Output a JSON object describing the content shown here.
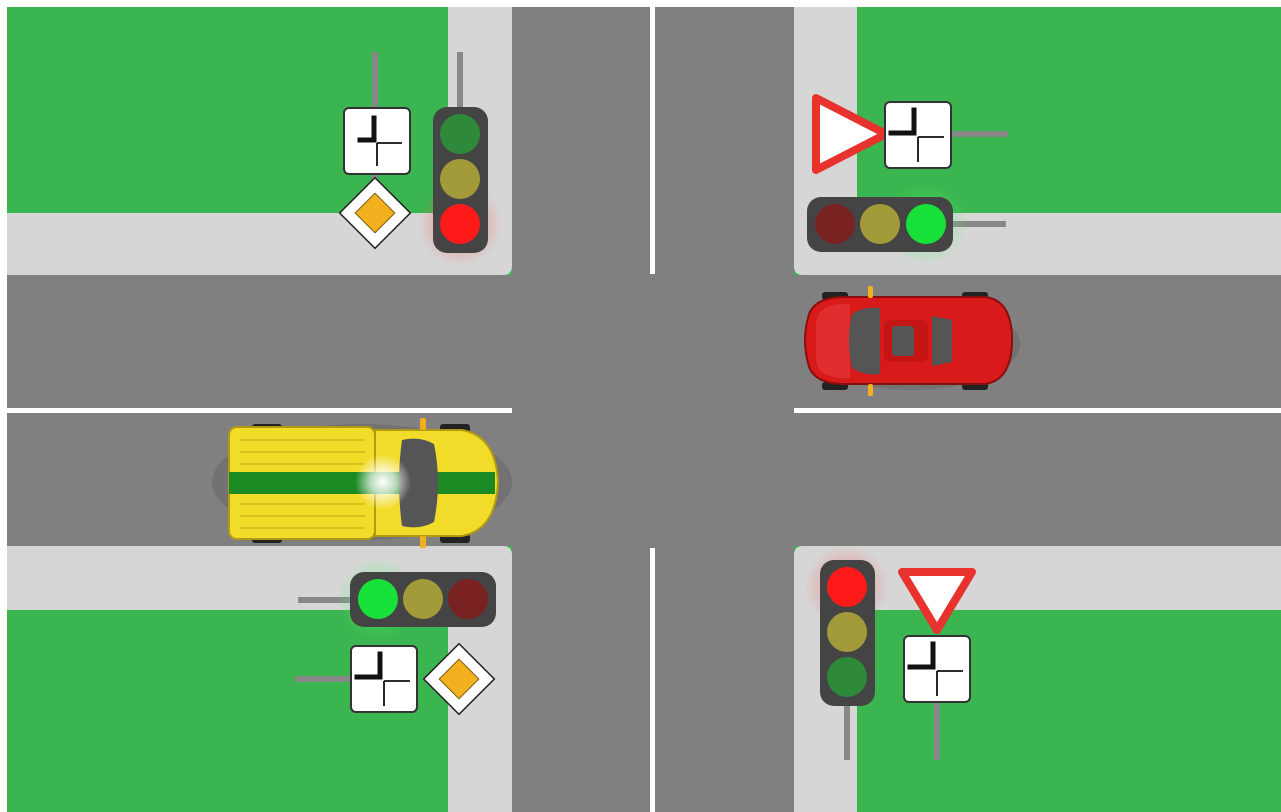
{
  "scene": {
    "colors": {
      "background": "#ffffff",
      "grass": "#3bb54f",
      "sidewalk": "#d6d6d6",
      "road": "#808080",
      "road_marking": "#ffffff",
      "light_red_on": "#ff1a1a",
      "light_green_on": "#18e23a",
      "light_yellow_dim": "#a39a3a",
      "light_red_dim": "#7a2222",
      "light_green_dim": "#2e8a3a",
      "light_body": "#444444",
      "red_car": "#d81a1a",
      "yellow_car": "#f2dc2a",
      "yellow_car_stripe": "#1c8a22",
      "main_road_sign": "#f2b01e",
      "yield_sign_border": "#e8322e"
    },
    "traffic_lights": [
      {
        "id": "nw",
        "active": "red",
        "orientation": "vertical"
      },
      {
        "id": "ne",
        "active": "green",
        "orientation": "horizontal"
      },
      {
        "id": "sw",
        "active": "green",
        "orientation": "horizontal"
      },
      {
        "id": "se",
        "active": "red",
        "orientation": "vertical"
      }
    ],
    "signs": [
      {
        "id": "nw",
        "type": "main-road",
        "plate": "road-layout"
      },
      {
        "id": "ne",
        "type": "yield",
        "plate": "road-layout"
      },
      {
        "id": "sw",
        "type": "main-road",
        "plate": "road-layout"
      },
      {
        "id": "se",
        "type": "yield",
        "plate": "road-layout"
      }
    ],
    "vehicles": [
      {
        "id": "red-car",
        "color": "red",
        "direction": "west",
        "lane": "eastbound-road-upper"
      },
      {
        "id": "yellow-car",
        "color": "yellow",
        "direction": "east",
        "headlights": "on"
      }
    ]
  }
}
